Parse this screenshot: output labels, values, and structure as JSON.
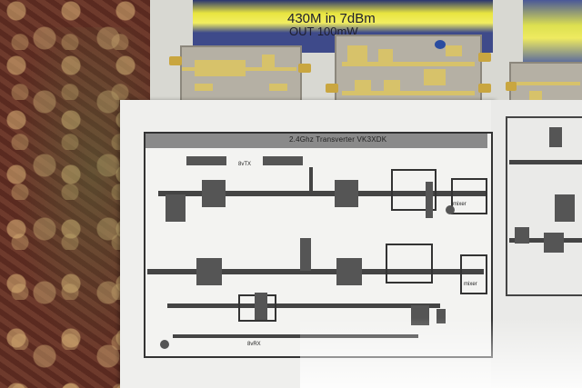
{
  "photo": {
    "spectrum_caption_line1": "430M in 7dBm",
    "spectrum_caption_line2": "OUT 100mW",
    "schematic_title": "2.4Ghz Transverter VK3XDK",
    "labels": {
      "tx": "8vTX",
      "rx": "8vRX",
      "mixer_top": "mixer",
      "mixer_bottom": "mixer"
    }
  }
}
